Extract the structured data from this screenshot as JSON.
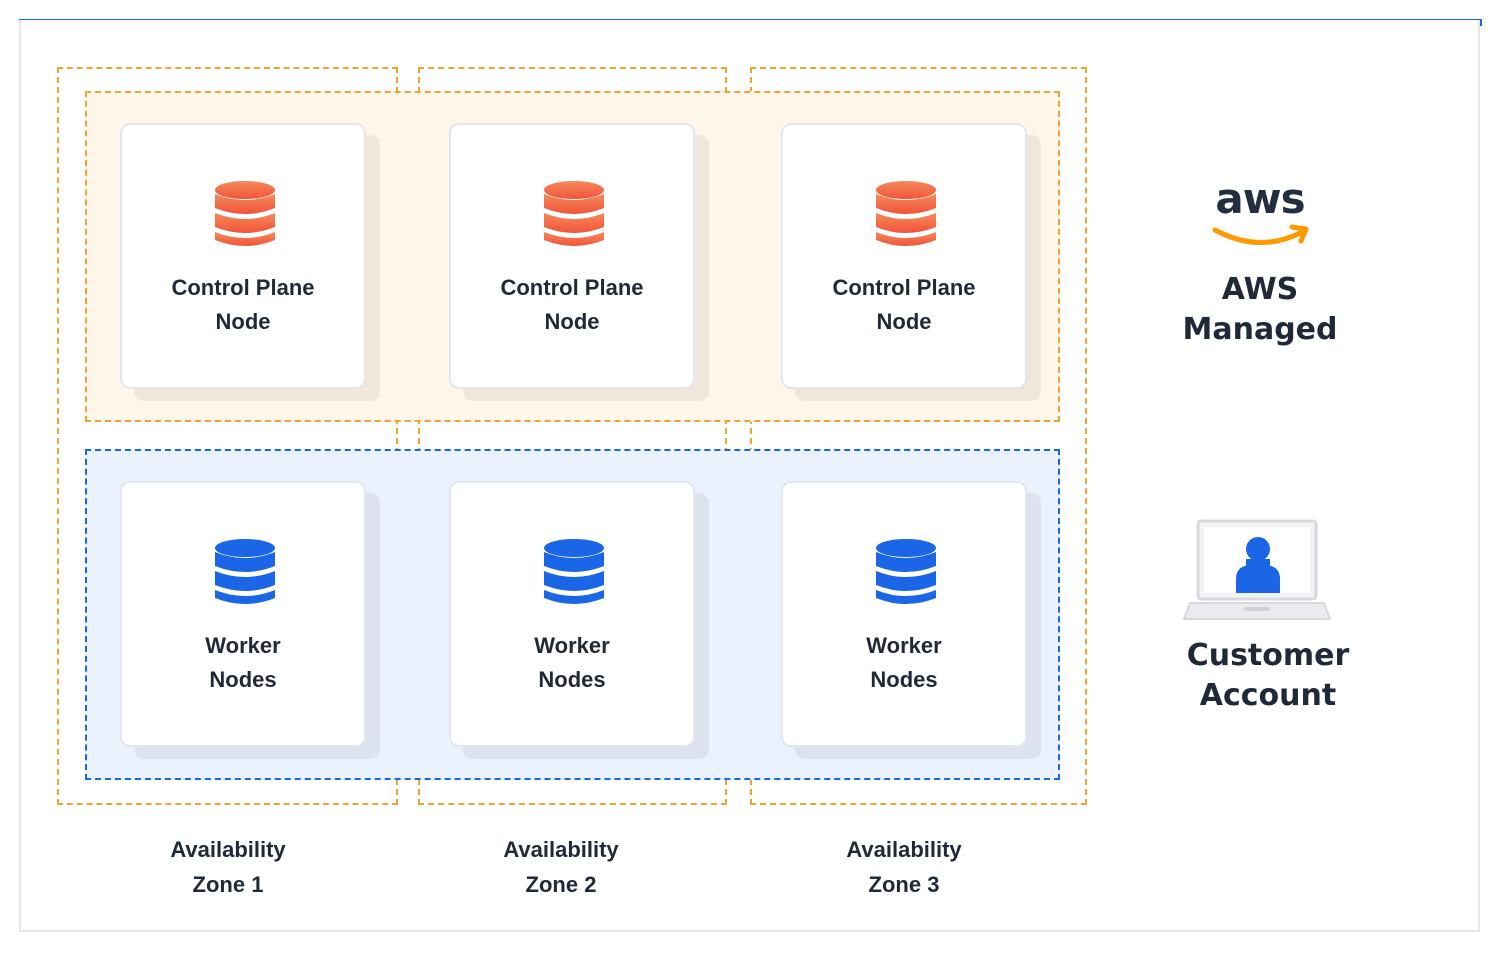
{
  "colors": {
    "accent_blue": "#1a66e6",
    "control_plane_orange": "#f0633a",
    "zone_border_orange": "#f0a531",
    "aws_orange": "#ff9900"
  },
  "control_plane_nodes": [
    {
      "label": "Control Plane\nNode",
      "icon": "database-icon"
    },
    {
      "label": "Control Plane\nNode",
      "icon": "database-icon"
    },
    {
      "label": "Control Plane\nNode",
      "icon": "database-icon"
    }
  ],
  "worker_nodes": [
    {
      "label": "Worker\nNodes",
      "icon": "database-icon"
    },
    {
      "label": "Worker\nNodes",
      "icon": "database-icon"
    },
    {
      "label": "Worker\nNodes",
      "icon": "database-icon"
    }
  ],
  "availability_zones": [
    {
      "label": "Availability\nZone 1"
    },
    {
      "label": "Availability\nZone 2"
    },
    {
      "label": "Availability\nZone 3"
    }
  ],
  "aws_managed": {
    "logo_text": "aws",
    "label": "AWS\nManaged",
    "icon": "aws-logo-icon"
  },
  "customer_account": {
    "label": "Customer\nAccount",
    "icon": "laptop-user-icon"
  }
}
